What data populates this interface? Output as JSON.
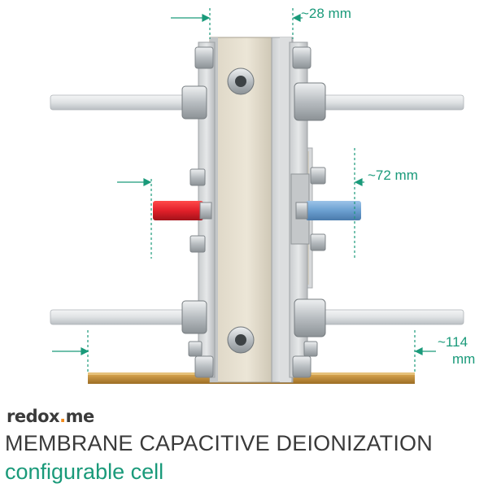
{
  "dimensions": {
    "thickness": "~28 mm",
    "height": "~72 mm",
    "width_line1": "~114",
    "width_line2": "mm"
  },
  "brand": {
    "prefix": "redox",
    "dot": ".",
    "suffix": "me",
    "accent_color": "#f08a1c"
  },
  "title": "MEMBRANE CAPACITIVE DEIONIZATION",
  "subtitle": "configurable cell",
  "colors": {
    "dimension_text": "#1a9a7a",
    "inlet_red": "#e2202a",
    "outlet_blue": "#6b9fd0",
    "base": "#b8842f"
  }
}
